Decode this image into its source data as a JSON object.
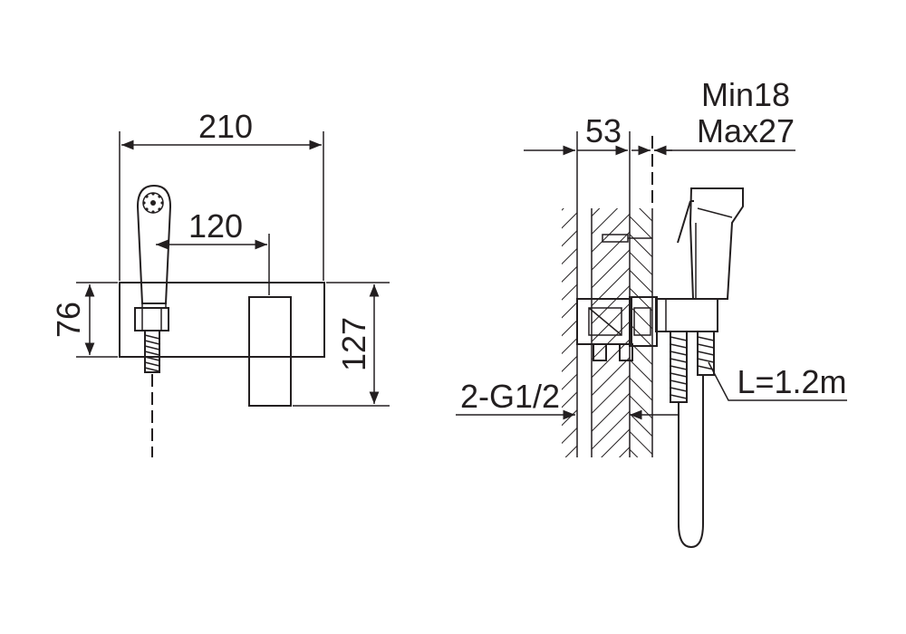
{
  "colors": {
    "line": "#231f20",
    "background": "#ffffff"
  },
  "front_view": {
    "dim_width_total": "210",
    "dim_offset": "120",
    "dim_base_height": "76",
    "dim_box_height": "127"
  },
  "side_view": {
    "dim_depth": "53",
    "dim_wall_min": "Min18",
    "dim_wall_max": "Max27",
    "thread_label": "2-G1/2",
    "hose_length": "L=1.2m"
  }
}
